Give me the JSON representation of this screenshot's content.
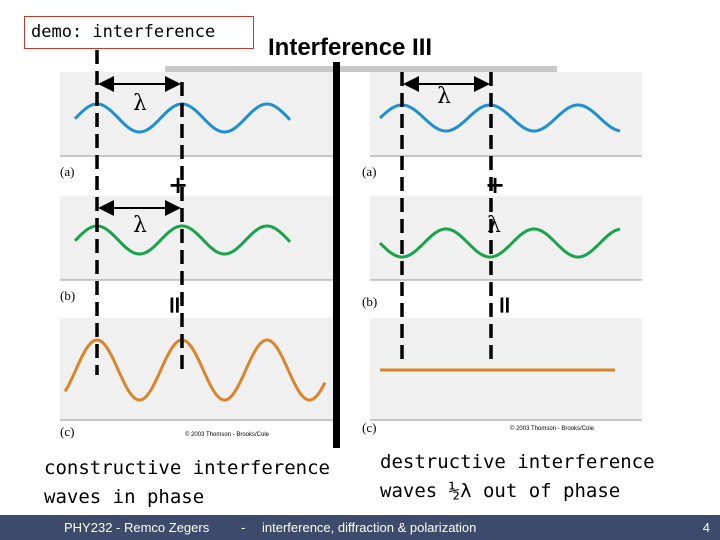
{
  "demo_label": "demo: interference",
  "title": "Interference III",
  "symbols": {
    "lambda": "λ",
    "plus": "+",
    "equals": "="
  },
  "panel_labels": {
    "a": "(a)",
    "b": "(b)",
    "c": "(c)"
  },
  "copyright": "© 2003 Thomson - Brooks/Cole",
  "captions": {
    "constructive_line1": "constructive interference",
    "constructive_line2": "waves in phase",
    "destructive_line1": "destructive interference",
    "destructive_line2": "waves ½λ out of phase"
  },
  "footer": {
    "author": "PHY232 - Remco Zegers",
    "separator": "-",
    "topic": "interference, diffraction & polarization",
    "page": "4"
  },
  "colors": {
    "wave_a": "#1e90d0",
    "wave_b": "#1aa24a",
    "wave_c": "#d9852a",
    "panel_bg": "#f0f0f0",
    "divider": "#000000",
    "footer_bg": "#3c4a6b"
  }
}
